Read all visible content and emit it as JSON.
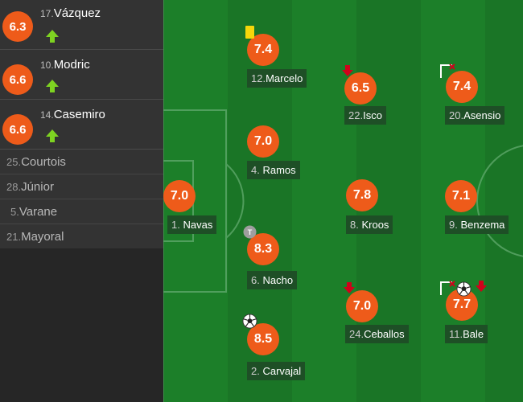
{
  "substitutes": [
    {
      "rating": "6.3",
      "number": "17.",
      "name": "Vázquez",
      "icon": "arrow-up-icon"
    },
    {
      "rating": "6.6",
      "number": "10.",
      "name": "Modric",
      "icon": "arrow-up-icon"
    },
    {
      "rating": "6.6",
      "number": "14.",
      "name": "Casemiro",
      "icon": "arrow-up-icon"
    }
  ],
  "bench": [
    {
      "number": "25.",
      "name": "Courtois"
    },
    {
      "number": "28.",
      "name": "Júnior"
    },
    {
      "number": "5.",
      "name": "Varane"
    },
    {
      "number": "21.",
      "name": "Mayoral"
    }
  ],
  "players": [
    {
      "id": "navas",
      "rating": "7.0",
      "number": "1.",
      "name": "Navas"
    },
    {
      "id": "marcelo",
      "rating": "7.4",
      "number": "12.",
      "name": "Marcelo"
    },
    {
      "id": "ramos",
      "rating": "7.0",
      "number": "4.",
      "name": "Ramos"
    },
    {
      "id": "nacho",
      "rating": "8.3",
      "number": "6.",
      "name": "Nacho"
    },
    {
      "id": "carvajal",
      "rating": "8.5",
      "number": "2.",
      "name": "Carvajal"
    },
    {
      "id": "isco",
      "rating": "6.5",
      "number": "22.",
      "name": "Isco"
    },
    {
      "id": "kroos",
      "rating": "7.8",
      "number": "8.",
      "name": "Kroos"
    },
    {
      "id": "ceballos",
      "rating": "7.0",
      "number": "24.",
      "name": "Ceballos"
    },
    {
      "id": "asensio",
      "rating": "7.4",
      "number": "20.",
      "name": "Asensio"
    },
    {
      "id": "benzema",
      "rating": "7.1",
      "number": "9.",
      "name": "Benzema"
    },
    {
      "id": "bale",
      "rating": "7.7",
      "number": "11.",
      "name": "Bale"
    }
  ],
  "events": {
    "marcelo": [
      "yellow-card-icon"
    ],
    "isco": [
      "sub-off-arrow-icon"
    ],
    "asensio": [
      "corner-flag-icon"
    ],
    "nacho": [
      "captain-badge-icon"
    ],
    "carvajal": [
      "goal-ball-icon"
    ],
    "ceballos": [
      "sub-off-arrow-icon"
    ],
    "bale": [
      "corner-flag-icon",
      "goal-ball-icon",
      "sub-off-arrow-icon"
    ]
  },
  "colors": {
    "rating_badge": "#ee5b1a",
    "pitch_light": "#1c7f29",
    "pitch_dark": "#1a7526",
    "sidebar": "#333333",
    "sub_arrow": "#7ed321",
    "card_yellow": "#f5d60a",
    "sub_off": "#d0021b"
  }
}
